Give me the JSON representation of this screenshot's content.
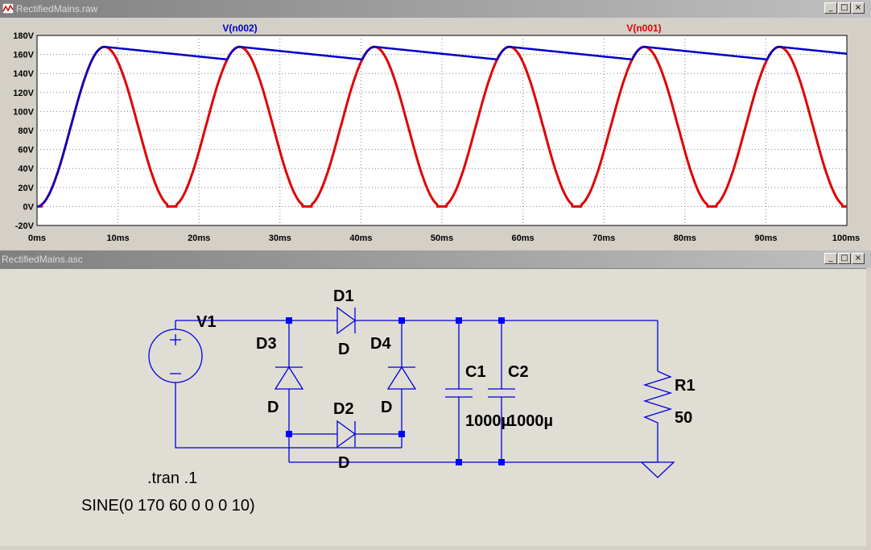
{
  "waveform_window": {
    "title": "RectifiedMains.raw",
    "traces": [
      {
        "name": "V(n002)",
        "color": "#0000c8"
      },
      {
        "name": "V(n001)",
        "color": "#e00000"
      }
    ],
    "y_ticks": [
      "180V",
      "160V",
      "140V",
      "120V",
      "100V",
      "80V",
      "60V",
      "40V",
      "20V",
      "0V",
      "-20V"
    ],
    "x_ticks": [
      "0ms",
      "10ms",
      "20ms",
      "30ms",
      "40ms",
      "50ms",
      "60ms",
      "70ms",
      "80ms",
      "90ms",
      "100ms"
    ]
  },
  "chart_data": {
    "type": "line",
    "xlabel": "",
    "ylabel": "",
    "xlim": [
      0,
      100
    ],
    "ylim": [
      -20,
      180
    ],
    "x_unit": "ms",
    "y_unit": "V",
    "series": [
      {
        "name": "V(n002)",
        "color": "#0000c8",
        "description_type": "filtered",
        "peak": 168,
        "ripple_min": 156
      },
      {
        "name": "V(n001)",
        "color": "#e00000",
        "description_type": "full_wave_rectified",
        "peak": 168,
        "frequency_hz": 60
      }
    ]
  },
  "schematic_window": {
    "title": "RectifiedMains.asc",
    "components": {
      "v1": "V1",
      "d1": "D1",
      "d1_model": "D",
      "d2": "D2",
      "d2_model": "D",
      "d3": "D3",
      "d3_model": "D",
      "d4": "D4",
      "d4_model": "D",
      "c1": "C1",
      "c1_value": "1000µ",
      "c2": "C2",
      "c2_value": "1000µ",
      "r1": "R1",
      "r1_value": "50"
    },
    "directives": {
      "tran": ".tran .1",
      "source": "SINE(0 170 60 0 0 0 10)"
    }
  },
  "window_buttons": {
    "minimize": "_",
    "restore": "□",
    "close": "×"
  }
}
